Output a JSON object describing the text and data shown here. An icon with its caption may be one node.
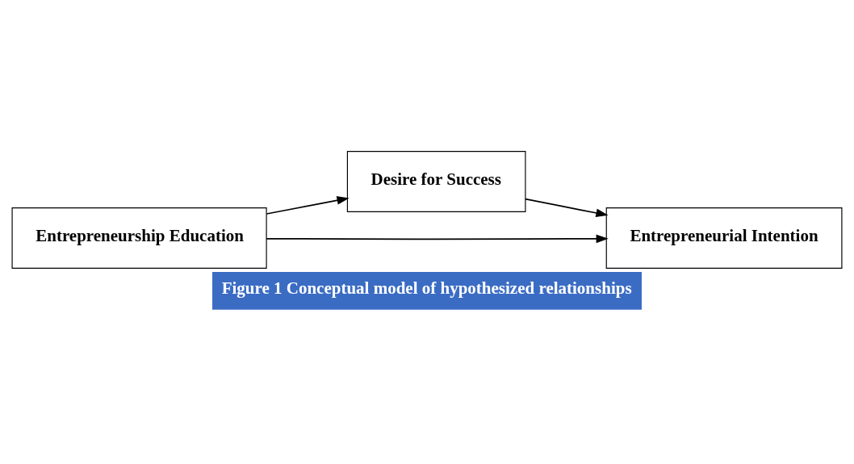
{
  "diagram": {
    "caption": "Figure 1 Conceptual model of hypothesized relationships",
    "nodes": [
      {
        "text": [
          "Entrepreneurship Education"
        ]
      },
      {
        "text": [
          "Desire for Success"
        ]
      },
      {
        "text": [
          "Entrepreneurial Intention"
        ]
      }
    ],
    "edges": [
      {
        "from": 0,
        "to": 1,
        "arrow": "to"
      },
      {
        "from": 1,
        "to": 2,
        "arrow": "to"
      },
      {
        "from": 0,
        "to": 2,
        "arrow": "to"
      }
    ]
  }
}
